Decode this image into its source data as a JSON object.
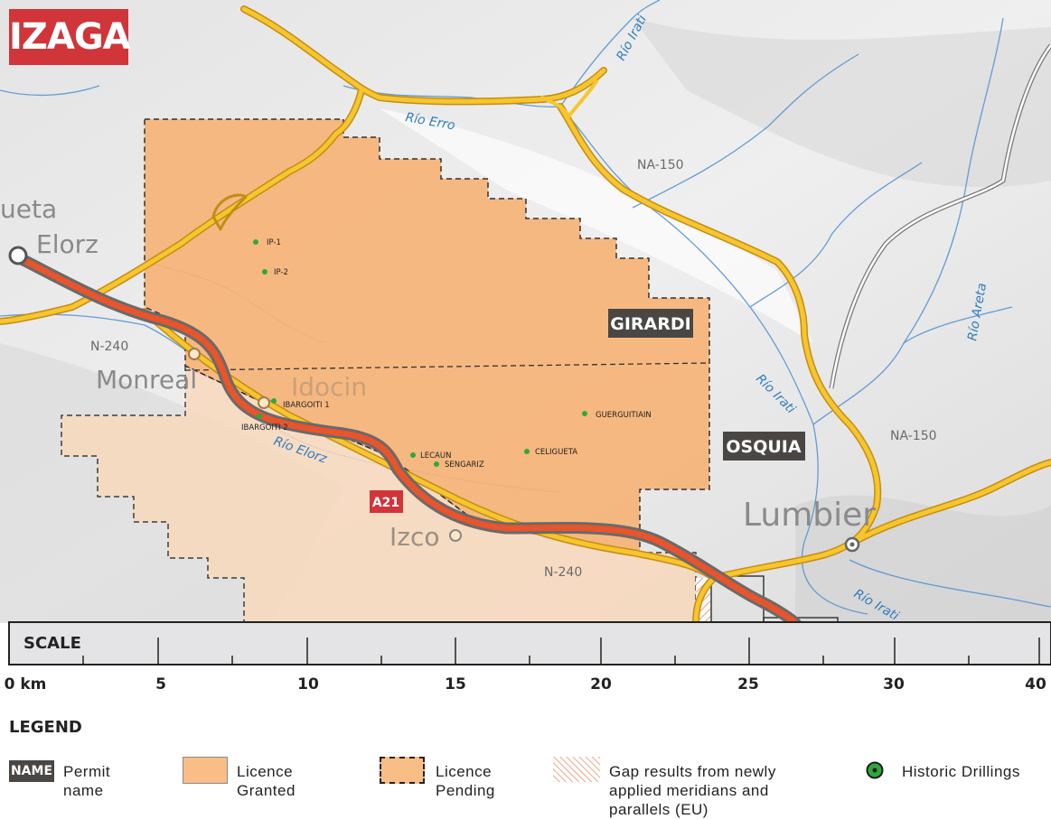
{
  "title": "IZAGA",
  "map": {
    "permits": {
      "girardi": "GIRARDI",
      "osquia": "OSQUIA"
    },
    "towns": {
      "elorz": "Elorz",
      "elorz_partial": "ueta",
      "monreal": "Monreal",
      "idocin": "Idocin",
      "izco": "Izco",
      "lumbier": "Lumbier"
    },
    "roads": {
      "n240_a": "N-240",
      "n240_b": "N-240",
      "na150_a": "NA-150",
      "na150_b": "NA-150",
      "a21": "A21"
    },
    "rivers": {
      "erro": "Río Erro",
      "irati_top": "Río Irati",
      "irati_mid": "Río Irati",
      "irati_bottom": "Río Irati",
      "areta": "Río Areta",
      "elorz": "Río Elorz"
    },
    "drillings": [
      "IP-1",
      "IP-2",
      "IBARGOITI 1",
      "IBARGOITI 2",
      "GUERGUITIAIN",
      "LECAUN",
      "SENGARIZ",
      "CELIGUETA"
    ],
    "colors": {
      "licence": "#f9bd86",
      "motorway": "#e8542b",
      "road": "#f2c22c",
      "river": "#2e7dc0",
      "title_red": "#d0353a",
      "drill_green": "#2fa83a"
    }
  },
  "scale": {
    "label": "SCALE",
    "ticks": [
      "0 km",
      "5",
      "10",
      "15",
      "20",
      "25",
      "30",
      "40"
    ]
  },
  "legend": {
    "title": "LEGEND",
    "name_chip": "NAME",
    "permit_line1": "Permit",
    "permit_line2": "name",
    "granted_line1": "Licence",
    "granted_line2": "Granted",
    "pending_line1": "Licence",
    "pending_line2": "Pending",
    "gap_line1": "Gap results from newly",
    "gap_line2": "applied meridians and",
    "gap_line3": "parallels (EU)",
    "drill": "Historic Drillings"
  }
}
